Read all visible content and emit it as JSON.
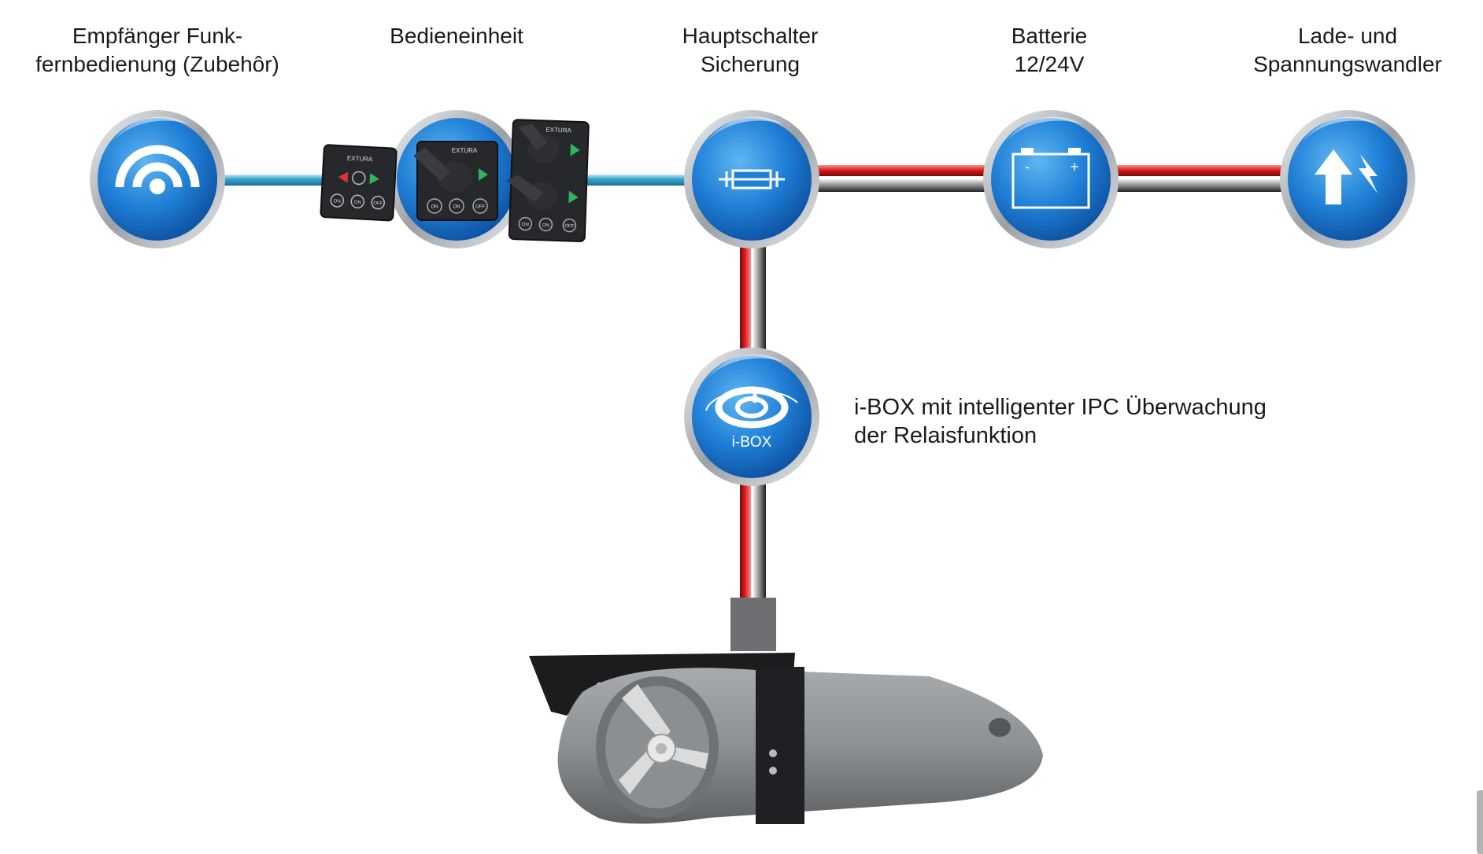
{
  "nodes": [
    {
      "id": "receiver",
      "label_lines": [
        "Empfänger Funk-",
        "fernbedienung (Zubehôr)"
      ],
      "icon": "wireless-signal-icon"
    },
    {
      "id": "control",
      "label_lines": [
        "Bedieneinheit"
      ],
      "icon": "control-panel-icon"
    },
    {
      "id": "mainswitch",
      "label_lines": [
        "Hauptschalter",
        "Sicherung"
      ],
      "icon": "fuse-icon"
    },
    {
      "id": "battery",
      "label_lines": [
        "Batterie",
        "12/24V"
      ],
      "icon": "battery-icon"
    },
    {
      "id": "charger",
      "label_lines": [
        "Lade- und",
        "Spannungswandler"
      ],
      "icon": "charge-converter-icon"
    }
  ],
  "ibox": {
    "badge_text": "i-BOX",
    "description_lines": [
      "i-BOX mit intelligenter IPC Überwachung",
      "der Relaisfunktion"
    ],
    "icon": "ibox-logo-icon"
  },
  "control_panels": {
    "brand": "EXTURA",
    "buttons": [
      "ON",
      "ON",
      "OFF"
    ]
  },
  "battery_terminals": {
    "negative": "-",
    "positive": "+"
  },
  "thruster": {
    "icon": "bow-thruster-icon"
  },
  "colors": {
    "node_blue": "#1f7fd6",
    "signal_cable": "#2f9fc8",
    "positive_cable": "#d01818",
    "negative_cable": "#3a3a3a",
    "chrome_ring": "#b8bcc0"
  }
}
